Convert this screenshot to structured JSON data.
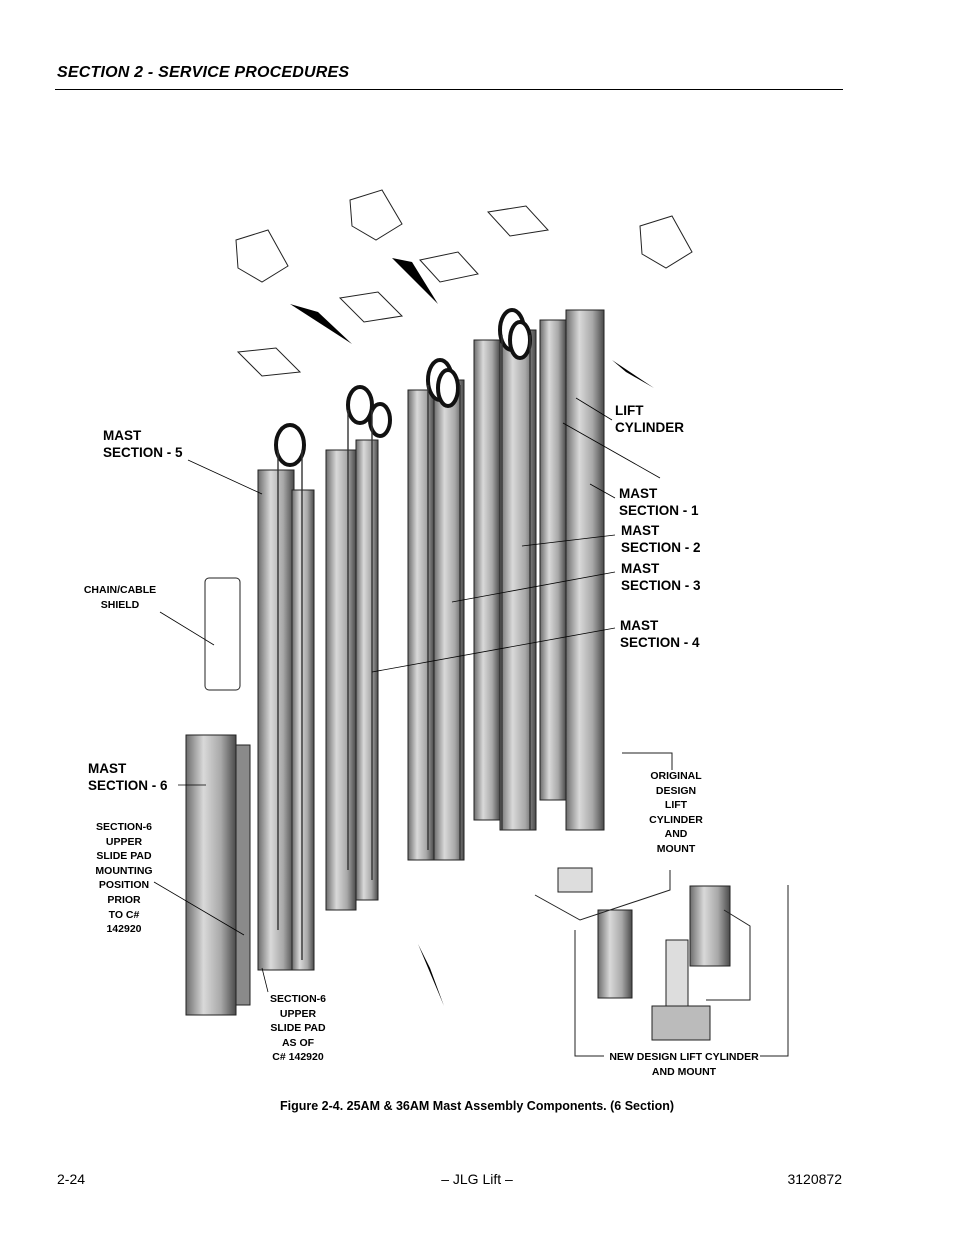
{
  "header": {
    "section_title": "SECTION 2 - SERVICE PROCEDURES"
  },
  "labels": {
    "lift_cylinder": [
      "LIFT",
      "CYLINDER"
    ],
    "mast_5": [
      "MAST",
      "SECTION - 5"
    ],
    "mast_1": [
      "MAST",
      "SECTION - 1"
    ],
    "mast_2": [
      "MAST",
      "SECTION - 2"
    ],
    "mast_3": [
      "MAST",
      "SECTION - 3"
    ],
    "mast_4": [
      "MAST",
      "SECTION - 4"
    ],
    "mast_6": [
      "MAST",
      "SECTION - 6"
    ],
    "chain_shield": "CHAIN/CABLE\nSHIELD",
    "original_design": "ORIGINAL\nDESIGN\nLIFT\nCYLINDER\nAND\nMOUNT",
    "upper_pad_prior": "SECTION-6\nUPPER\nSLIDE PAD\nMOUNTING\nPOSITION\nPRIOR\nTO C#\n142920",
    "upper_pad_asof": "SECTION-6\nUPPER\nSLIDE PAD\nAS OF\nC# 142920",
    "new_design": "NEW DESIGN LIFT CYLINDER\nAND MOUNT"
  },
  "caption": "Figure 2-4.  25AM & 36AM Mast Assembly Components. (6 Section)",
  "footer": {
    "page_number": "2-24",
    "center": "– JLG Lift –",
    "doc_number": "3120872"
  }
}
